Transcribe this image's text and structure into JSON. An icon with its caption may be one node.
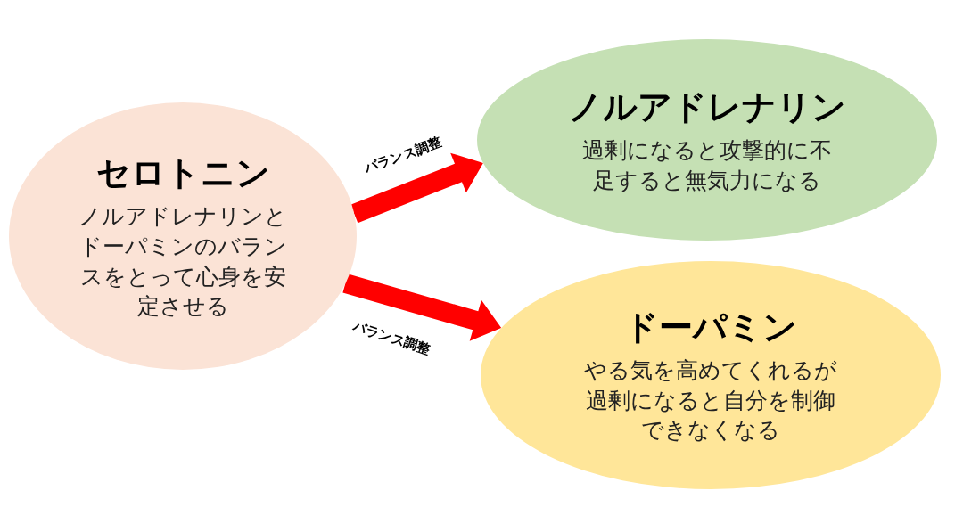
{
  "diagram": {
    "nodes": [
      {
        "text": [
          "セロトニン",
          "ノルアドレナリンとドーパミンのバランスをとって心身を安定させる"
        ]
      },
      {
        "text": [
          "ノルアドレナリン",
          "過剰になると攻撃的に不足すると無気力になる"
        ]
      },
      {
        "text": [
          "ドーパミン",
          "やる気を高めてくれるが過剰になると自分を制御できなくなる"
        ]
      }
    ],
    "edges": [
      {
        "from": 0,
        "to": 1,
        "arrow": "to",
        "label": "バランス調整",
        "color": "#ff0000",
        "style": "thick"
      },
      {
        "from": 0,
        "to": 2,
        "arrow": "to",
        "label": "バランス調整",
        "color": "#ff0000",
        "style": "thick"
      }
    ]
  }
}
